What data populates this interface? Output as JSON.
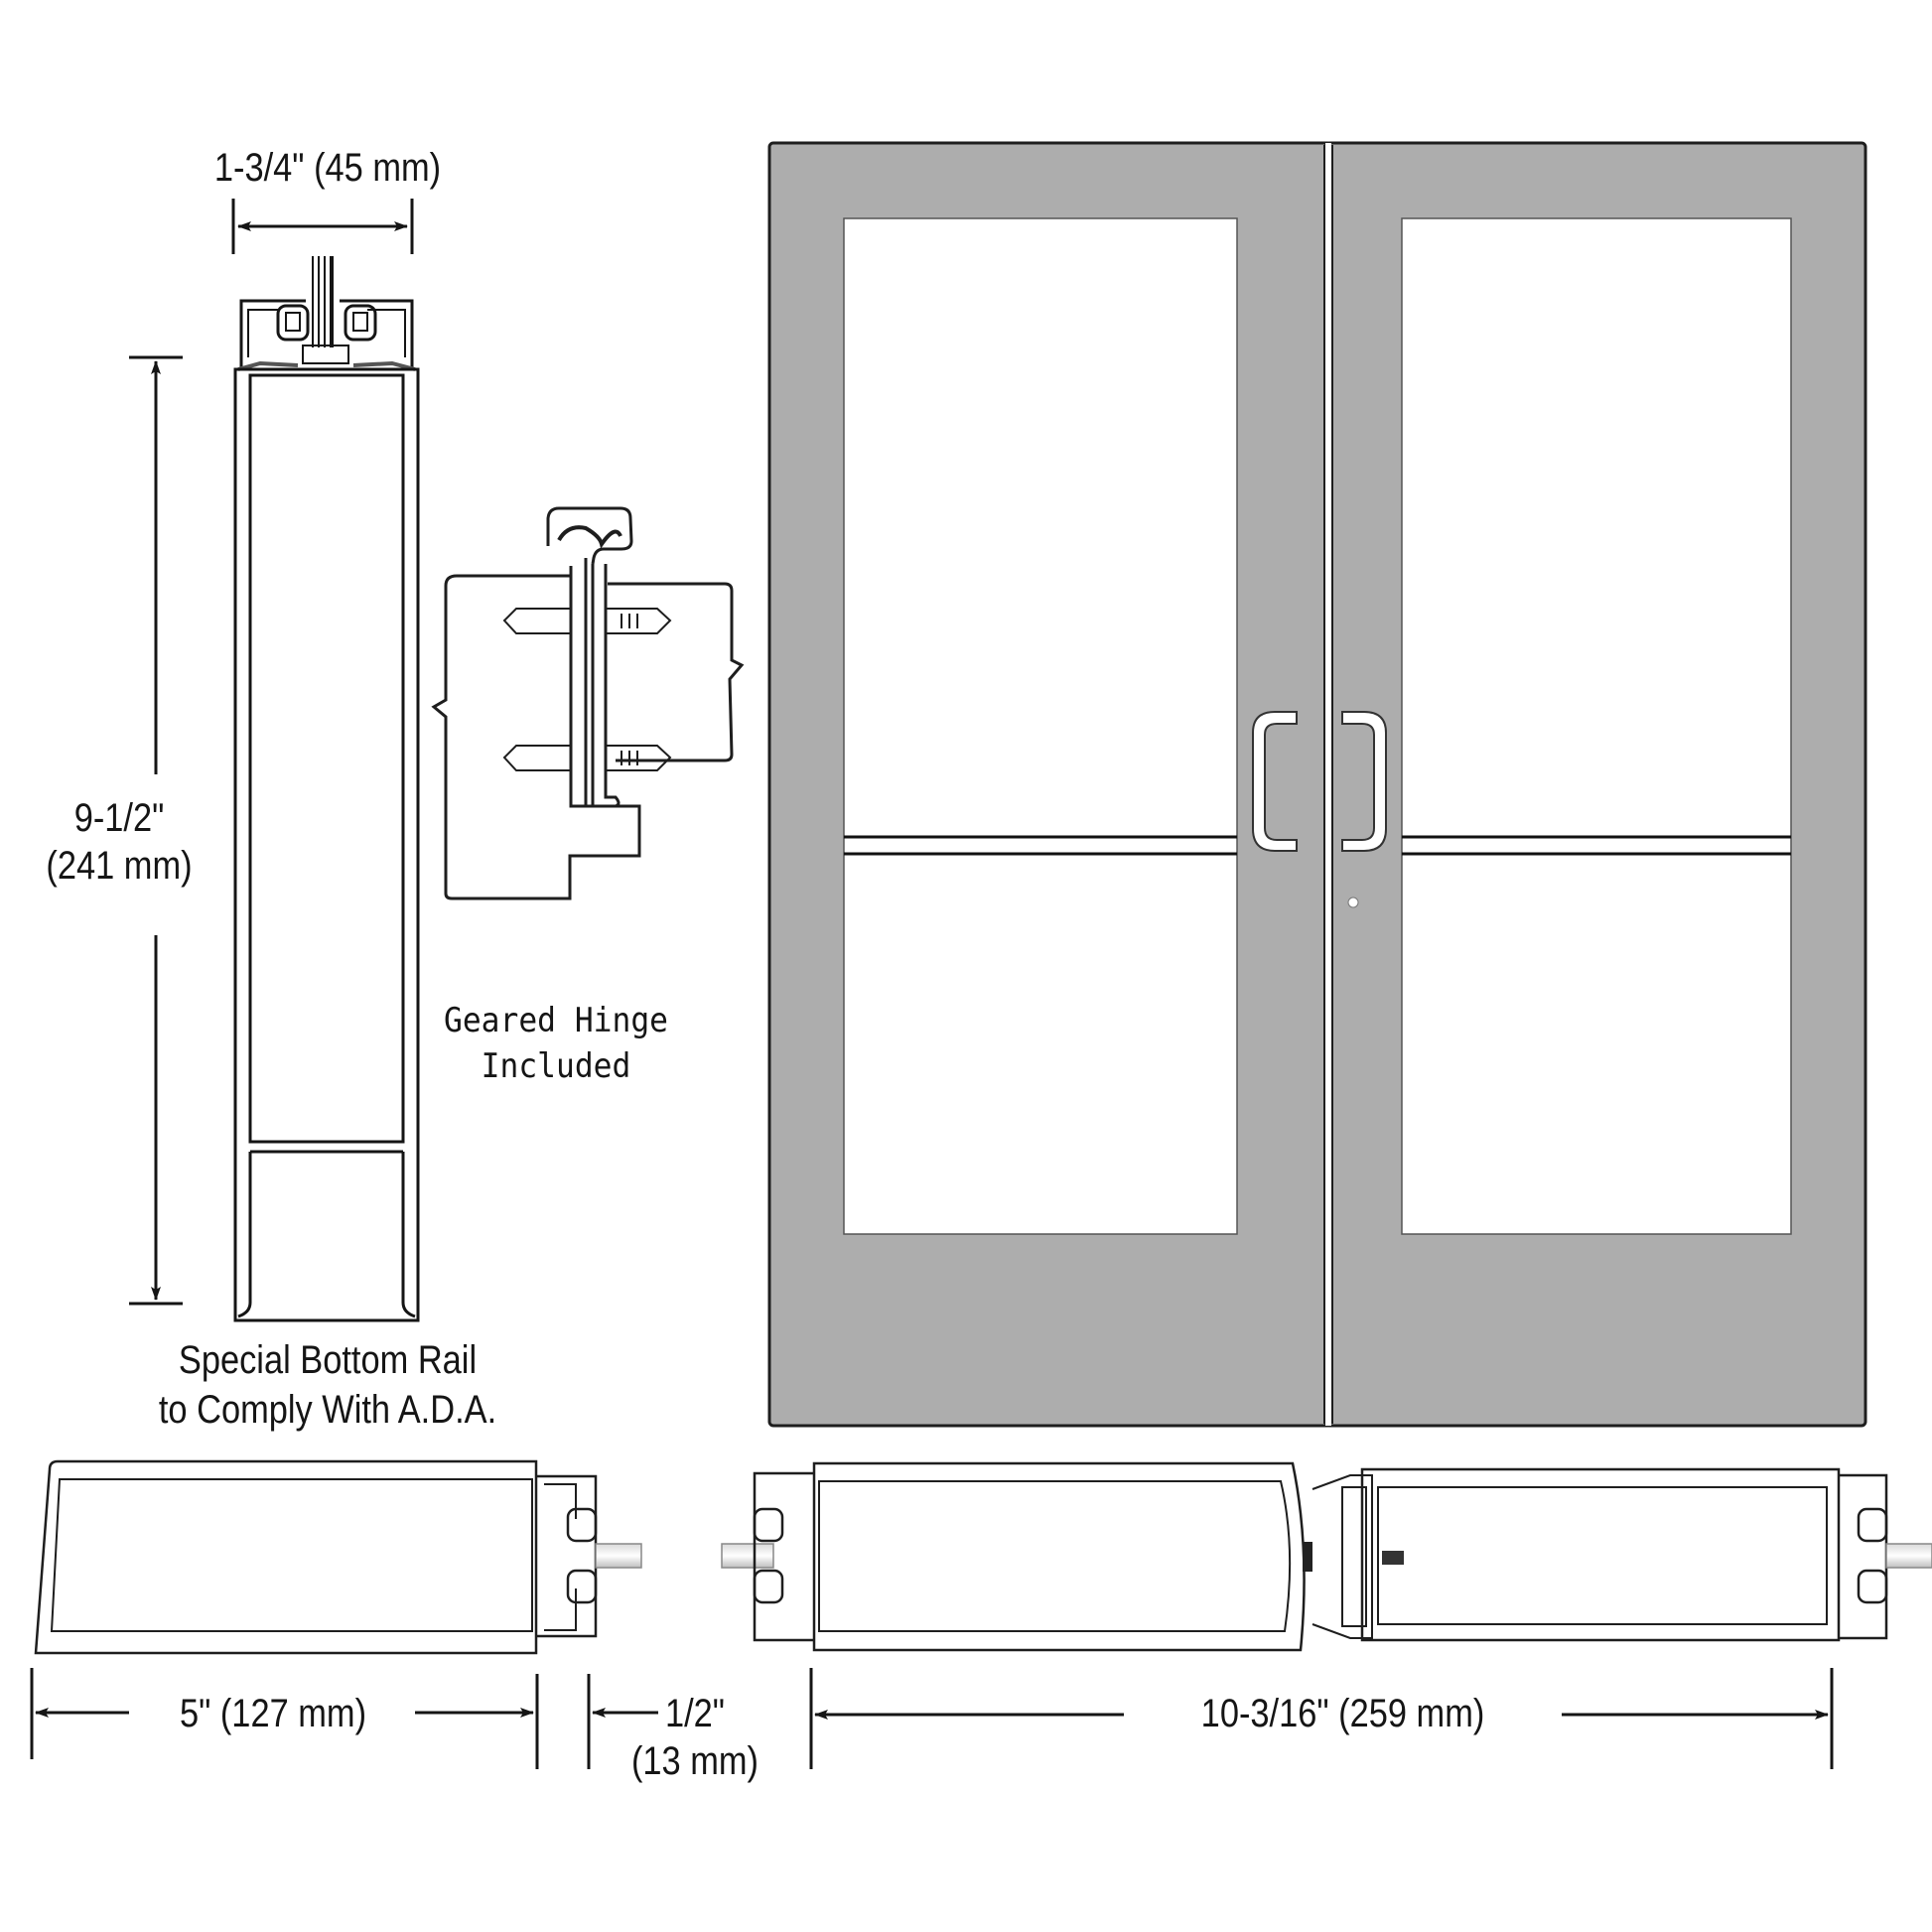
{
  "diagram": {
    "subject": "Double glass door with geared hinge - dimensional cross sections",
    "colors": {
      "door_frame": "#adadad",
      "door_outline": "#2a2a2a",
      "glass": "#ffffff",
      "line": "#151515",
      "background": "#ffffff"
    }
  },
  "top_rail_section": {
    "width_dimension": "1-3/4\" (45 mm)",
    "height_dimension_line1": "9-1/2\"",
    "height_dimension_line2": "(241 mm)",
    "caption_line1": "Special Bottom Rail",
    "caption_line2": "to Comply With A.D.A."
  },
  "hinge_detail": {
    "caption_line1": "Geared Hinge",
    "caption_line2": "Included"
  },
  "door_elevation": {
    "leaves": 2,
    "handles": [
      "left-leaf-pull-handle",
      "right-leaf-pull-handle"
    ],
    "lock_cylinder": "lock-cylinder"
  },
  "plan_sections": {
    "stile_dimension": "5\" (127 mm)",
    "gap_dimension_line1": "1/2\"",
    "gap_dimension_line2": "(13 mm)",
    "pair_dimension": "10-3/16\" (259 mm)"
  }
}
